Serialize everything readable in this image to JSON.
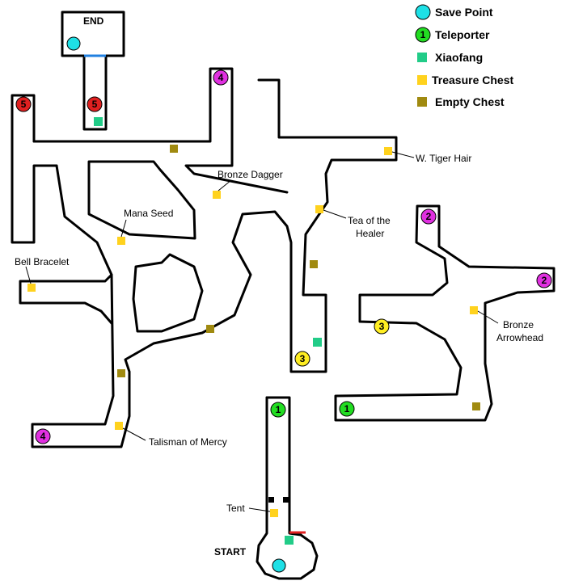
{
  "title_end": "END",
  "title_start": "START",
  "colors": {
    "save_point": "#1ee0e6",
    "teleporter_1": "#22dd22",
    "teleporter_2": "#e030e0",
    "teleporter_3": "#ffee22",
    "teleporter_4": "#e030e0",
    "teleporter_5": "#e02020",
    "xiaofang": "#22cc88",
    "treasure_chest": "#ffd21e",
    "empty_chest": "#a08a10",
    "door_blue": "#2080e0",
    "door_red": "#e02020"
  },
  "legend": [
    {
      "label": "Save Point",
      "icon": "save-point-icon"
    },
    {
      "label": "Teleporter",
      "icon": "teleporter-icon",
      "number": "1"
    },
    {
      "label": "Xiaofang",
      "icon": "xiaofang-icon"
    },
    {
      "label": "Treasure Chest",
      "icon": "treasure-chest-icon"
    },
    {
      "label": "Empty Chest",
      "icon": "empty-chest-icon"
    }
  ],
  "teleporters": [
    {
      "number": "5",
      "pair": 5
    },
    {
      "number": "5",
      "pair": 5
    },
    {
      "number": "4",
      "pair": 4
    },
    {
      "number": "4",
      "pair": 4
    },
    {
      "number": "3",
      "pair": 3
    },
    {
      "number": "3",
      "pair": 3
    },
    {
      "number": "2",
      "pair": 2
    },
    {
      "number": "2",
      "pair": 2
    },
    {
      "number": "1",
      "pair": 1
    },
    {
      "number": "1",
      "pair": 1
    }
  ],
  "chest_labels": {
    "w_tiger_hair": "W. Tiger Hair",
    "bronze_dagger": "Bronze Dagger",
    "mana_seed": "Mana Seed",
    "tea_of_the_healer_1": "Tea of the",
    "tea_of_the_healer_2": "Healer",
    "bell_bracelet": "Bell Bracelet",
    "bronze_arrowhead_1": "Bronze",
    "bronze_arrowhead_2": "Arrowhead",
    "talisman_of_mercy": "Talisman of Mercy",
    "tent": "Tent"
  }
}
